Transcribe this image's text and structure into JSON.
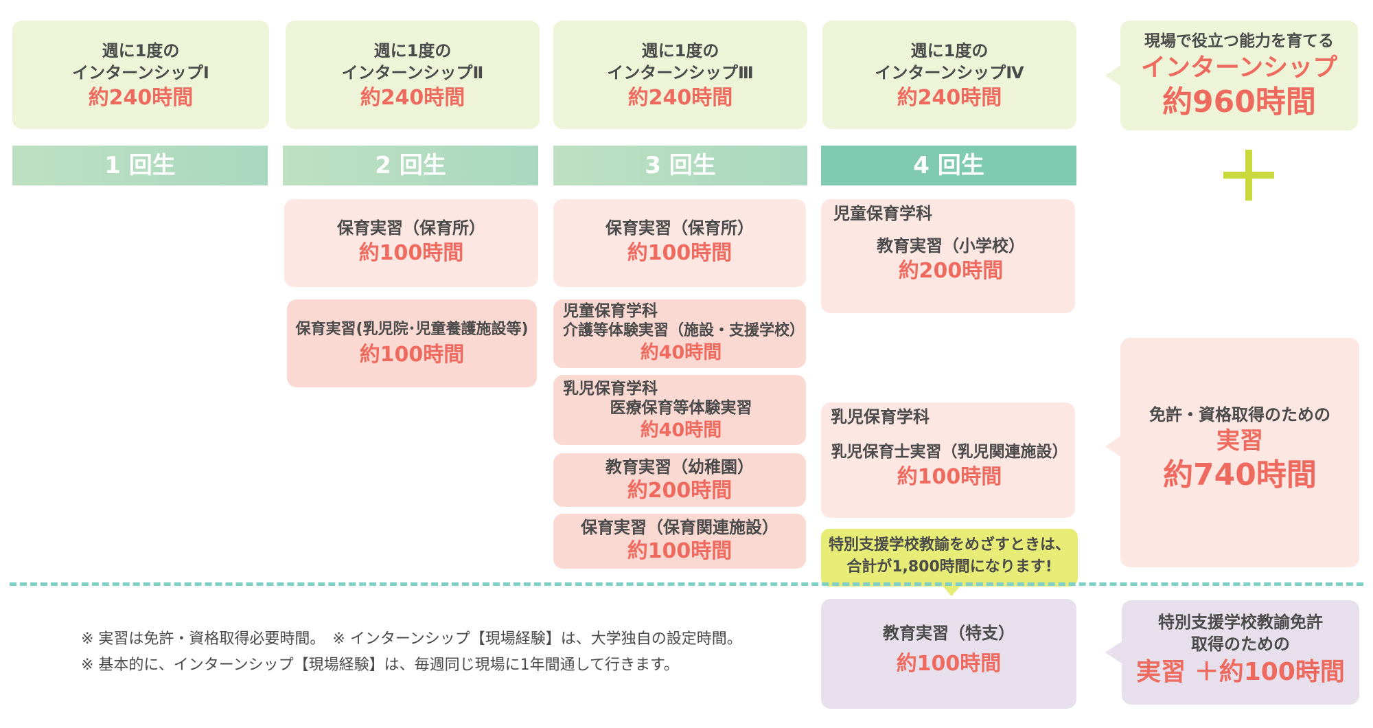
{
  "internships": [
    {
      "line1": "週に1度の",
      "line2": "インターンシップⅠ",
      "hours": "約240時間"
    },
    {
      "line1": "週に1度の",
      "line2": "インターンシップⅡ",
      "hours": "約240時間"
    },
    {
      "line1": "週に1度の",
      "line2": "インターンシップⅢ",
      "hours": "約240時間"
    },
    {
      "line1": "週に1度の",
      "line2": "インターンシップⅣ",
      "hours": "約240時間"
    }
  ],
  "internship_total": {
    "line1": "現場で役立つ能力を育てる",
    "line2": "インターンシップ",
    "hours": "約960時間"
  },
  "years": [
    "1 回生",
    "2 回生",
    "3 回生",
    "4 回生"
  ],
  "year2": [
    {
      "title": "保育実習（保育所）",
      "hours": "約100時間"
    },
    {
      "title": "保育実習(乳児院･児童養護施設等)",
      "hours": "約100時間"
    }
  ],
  "year3": [
    {
      "title": "保育実習（保育所）",
      "hours": "約100時間"
    },
    {
      "dept": "児童保育学科",
      "title": "介護等体験実習（施設・支援学校）",
      "hours": "約40時間"
    },
    {
      "dept": "乳児保育学科",
      "title": "医療保育等体験実習",
      "hours": "約40時間"
    },
    {
      "title": "教育実習（幼稚園）",
      "hours": "約200時間"
    },
    {
      "title": "保育実習（保育関連施設）",
      "hours": "約100時間"
    }
  ],
  "year4": [
    {
      "dept": "児童保育学科",
      "title": "教育実習（小学校）",
      "hours": "約200時間"
    },
    {
      "dept": "乳児保育学科",
      "title": "乳児保育士実習（乳児関連施設）",
      "hours": "約100時間"
    }
  ],
  "practicum_total": {
    "line1": "免許・資格取得のための",
    "line2": "実習",
    "hours": "約740時間"
  },
  "callout": {
    "line1": "特別支援学校教諭をめざすときは、",
    "line2": "合計が1,800時間になります!"
  },
  "special": {
    "title": "教育実習（特支）",
    "hours": "約100時間"
  },
  "special_total": {
    "line1": "特別支援学校教諭免許",
    "line2": "取得のための",
    "line3": "実習 ＋約100時間"
  },
  "notes": [
    "※ 実習は免許・資格取得必要時間。　※ インターンシップ【現場経験】は、大学独自の設定時間。",
    "※ 基本的に、インターンシップ【現場経験】は、毎週同じ現場に1年間通して行きます。"
  ],
  "colors": {
    "accent_red": "#ee6a5f",
    "green_box": "#eef4d8",
    "pink_box": "#fde7e3",
    "teal_line": "#7ed1c4",
    "plus": "#c9d83a"
  }
}
